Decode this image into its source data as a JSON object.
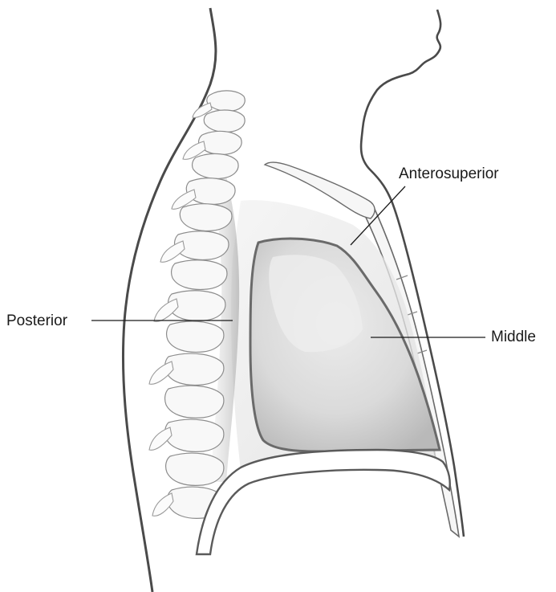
{
  "labels": {
    "anterosuperior": "Anterosuperior",
    "posterior": "Posterior",
    "middle": "Middle"
  },
  "colors": {
    "outline": "#4a4a4a",
    "body_fill": "#ffffff",
    "heart_fill": "#d4d4d4",
    "heart_highlight": "#eaeaea",
    "bone_fill": "#f4f4f4",
    "bone_shade": "#a8a8a8",
    "label_text": "#1a1a1a"
  }
}
